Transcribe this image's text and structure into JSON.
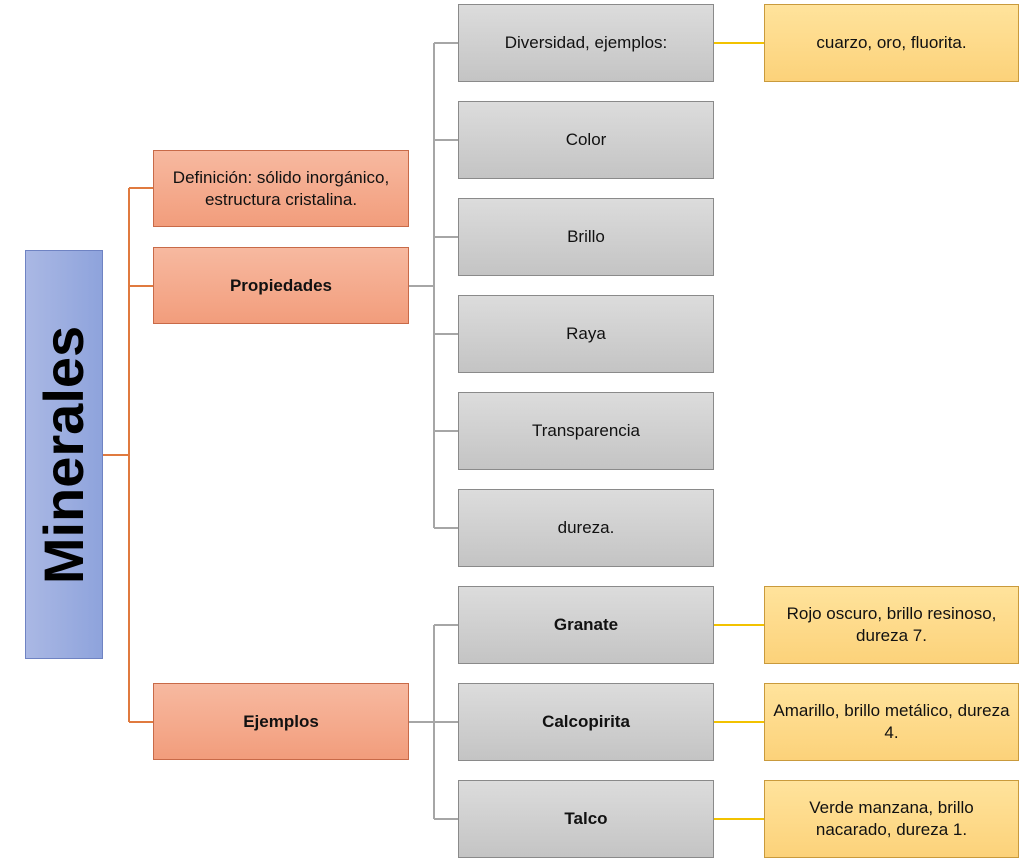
{
  "root": {
    "label": "Minerales"
  },
  "definition": {
    "label": "Definición: sólido inorgánico, estructura cristalina."
  },
  "properties": {
    "label": "Propiedades",
    "items": [
      {
        "label": "Diversidad, ejemplos:",
        "detail": "cuarzo, oro, fluorita."
      },
      {
        "label": "Color"
      },
      {
        "label": "Brillo"
      },
      {
        "label": "Raya"
      },
      {
        "label": "Transparencia"
      },
      {
        "label": "dureza."
      }
    ]
  },
  "examples": {
    "label": "Ejemplos",
    "items": [
      {
        "label": "Granate",
        "detail": "Rojo oscuro, brillo resinoso, dureza 7."
      },
      {
        "label": "Calcopirita",
        "detail": "Amarillo, brillo metálico, dureza 4."
      },
      {
        "label": "Talco",
        "detail": "Verde manzana, brillo nacarado, dureza 1."
      }
    ]
  },
  "colors": {
    "root_connector": "#e07a3f",
    "branch_connector": "#a6a6a6",
    "detail_connector": "#f2c200"
  }
}
